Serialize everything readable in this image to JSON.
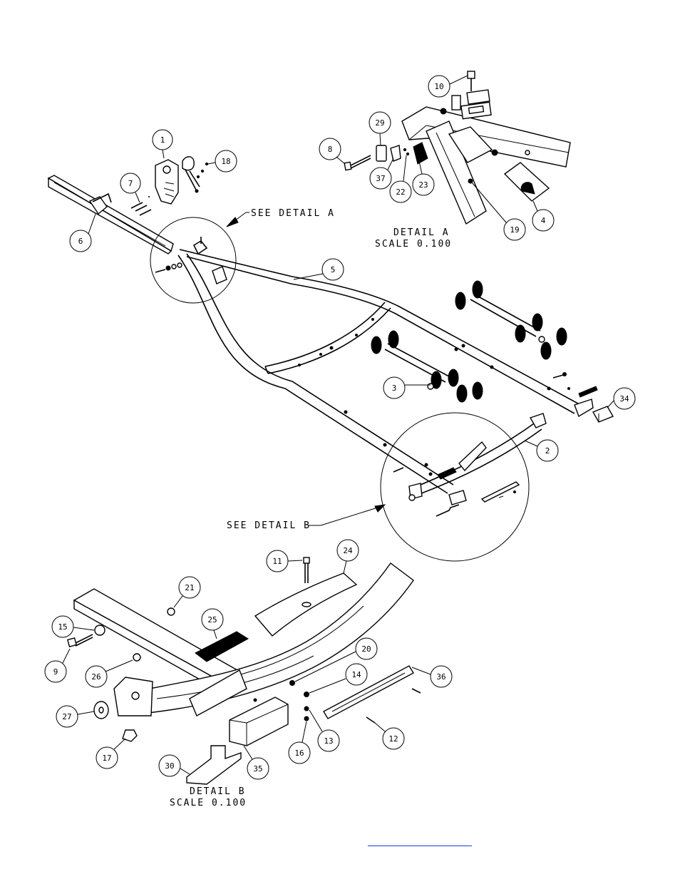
{
  "notes": {
    "see_detail_a": "SEE DETAIL  A",
    "see_detail_b": "SEE DETAIL  B",
    "detail_a_title": "DETAIL  A",
    "detail_a_scale": "SCALE  0.100",
    "detail_b_title": "DETAIL  B",
    "detail_b_scale": "SCALE  0.100"
  },
  "balloons": [
    "1",
    "2",
    "3",
    "4",
    "5",
    "6",
    "7",
    "8",
    "9",
    "10",
    "11",
    "12",
    "13",
    "14",
    "15",
    "16",
    "17",
    "18",
    "19",
    "20",
    "21",
    "22",
    "23",
    "24",
    "25",
    "26",
    "27",
    "29",
    "30",
    "34",
    "35",
    "36",
    "37"
  ],
  "colors": {
    "ink": "#000000",
    "link": "#1f3bd6",
    "background": "#ffffff"
  }
}
